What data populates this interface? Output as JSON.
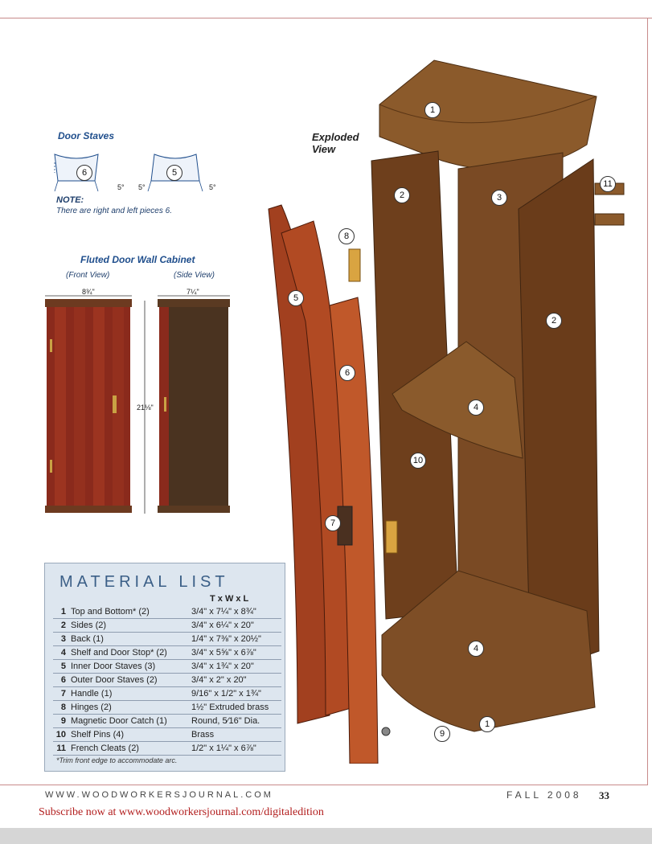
{
  "door_staves": {
    "title": "Door Staves",
    "stave_a_number": "6",
    "stave_b_number": "5",
    "angle_a": "5°",
    "angle_b_left": "5°",
    "angle_b_right": "5°",
    "note_label": "NOTE:",
    "note_text": "There are right and left pieces 6."
  },
  "cabinet": {
    "title": "Fluted Door Wall Cabinet",
    "front_view": "(Front View)",
    "side_view": "(Side View)",
    "front_width": "8¾\"",
    "side_width": "7¼\"",
    "height": "21⅛\""
  },
  "exploded": {
    "title_line1": "Exploded",
    "title_line2": "View",
    "callouts": [
      "1",
      "2",
      "3",
      "11",
      "8",
      "2",
      "5",
      "6",
      "4",
      "10",
      "7",
      "4",
      "9",
      "1"
    ]
  },
  "material_list": {
    "title": "MATERIAL LIST",
    "column_header": "T x W x L",
    "rows": [
      {
        "n": "1",
        "part": "Top and Bottom* (2)",
        "size": "3/4\" x 7¼\" x 8¾\""
      },
      {
        "n": "2",
        "part": "Sides (2)",
        "size": "3/4\" x 6¼\" x 20\""
      },
      {
        "n": "3",
        "part": "Back (1)",
        "size": "1/4\" x 7⅜\" x 20½\""
      },
      {
        "n": "4",
        "part": "Shelf and Door Stop* (2)",
        "size": "3/4\" x 5⅝\" x 6⅞\""
      },
      {
        "n": "5",
        "part": "Inner Door Staves (3)",
        "size": "3/4\" x 1¾\" x 20\""
      },
      {
        "n": "6",
        "part": "Outer Door Staves (2)",
        "size": "3/4\" x 2\" x 20\""
      },
      {
        "n": "7",
        "part": "Handle (1)",
        "size": "9/16\" x 1/2\" x 1¾\""
      },
      {
        "n": "8",
        "part": "Hinges (2)",
        "size": "1½\" Extruded brass"
      },
      {
        "n": "9",
        "part": "Magnetic Door Catch (1)",
        "size": "Round, 5⁄16\" Dia."
      },
      {
        "n": "10",
        "part": "Shelf Pins (4)",
        "size": "Brass"
      },
      {
        "n": "11",
        "part": "French Cleats (2)",
        "size": "1/2\" x 1¼\" x 6⅞\""
      }
    ],
    "footnote": "*Trim front edge to accommodate arc."
  },
  "footer": {
    "url": "WWW.WOODWORKERSJOURNAL.COM",
    "season": "FALL 2008",
    "page": "33",
    "subscribe": "Subscribe now at www.woodworkersjournal.com/digitaledition"
  }
}
